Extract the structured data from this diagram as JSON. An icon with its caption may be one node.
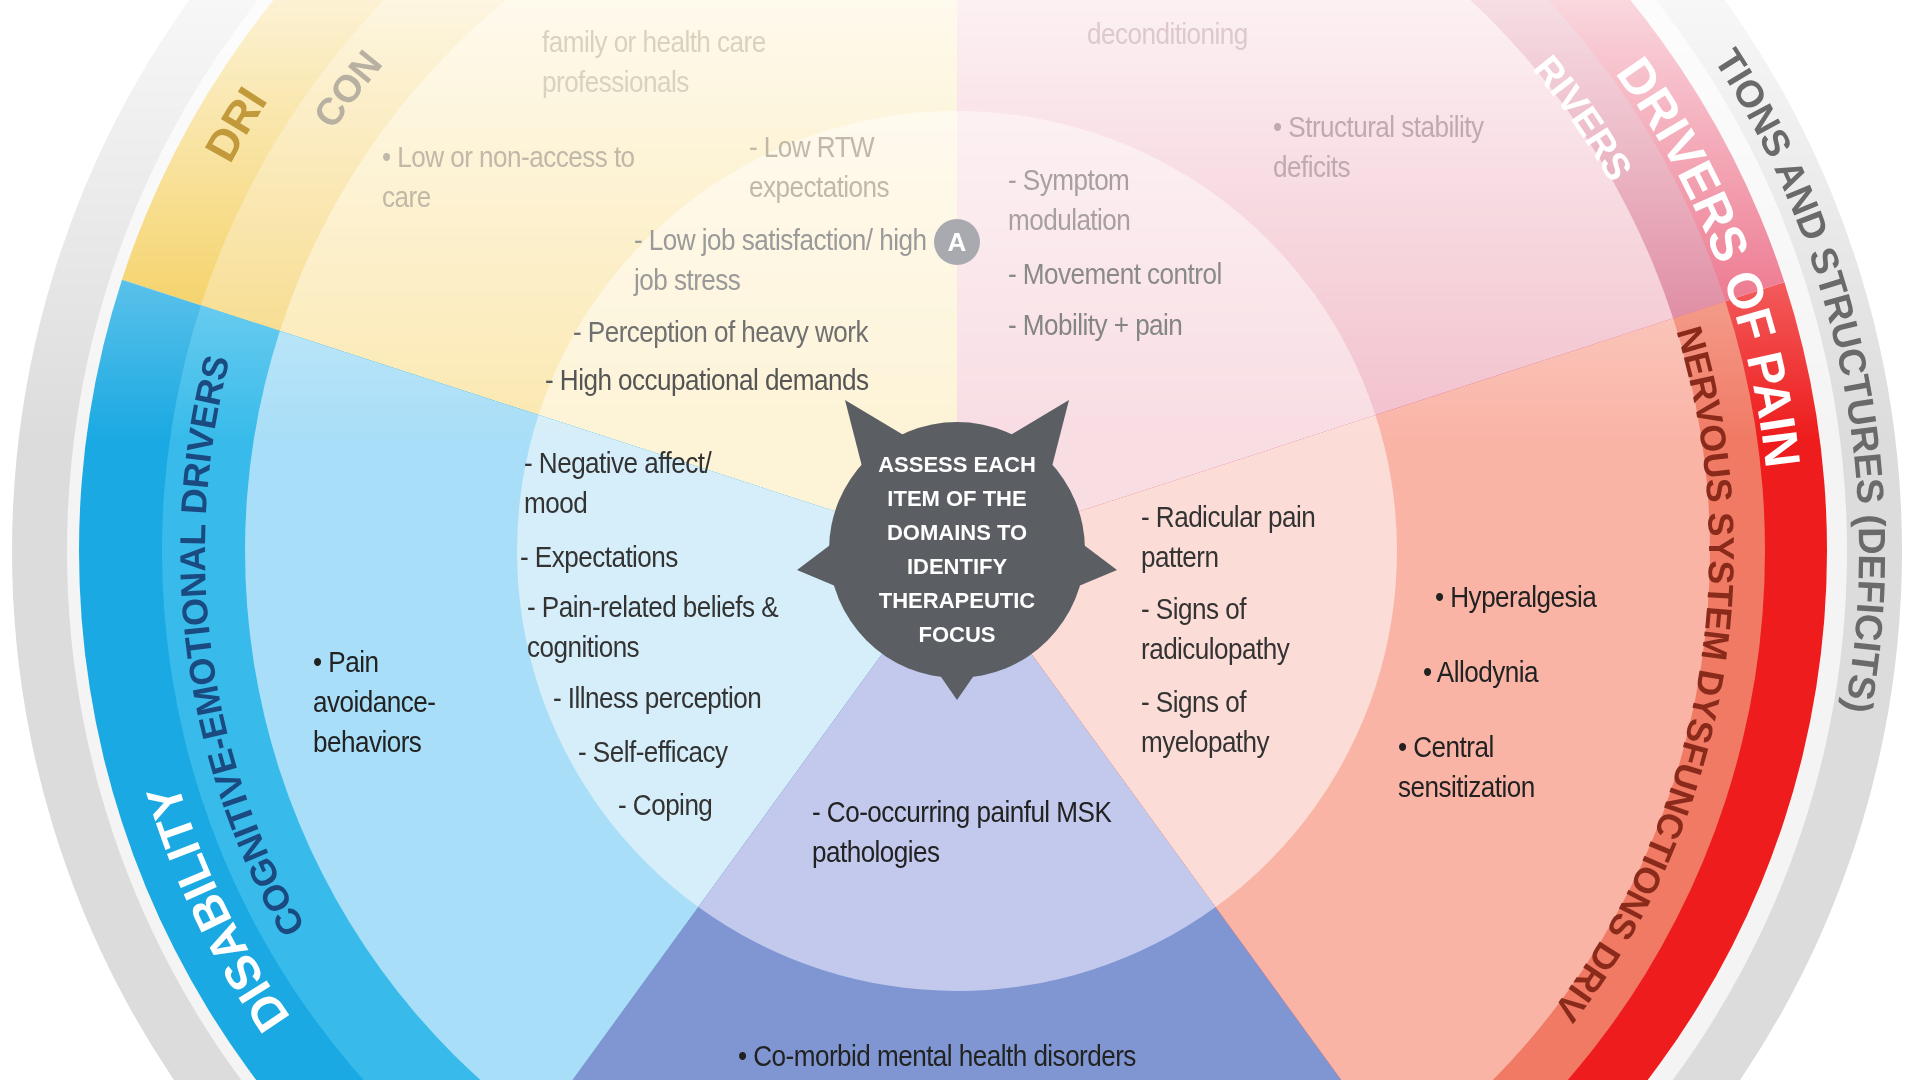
{
  "diagram": {
    "nodes": [
      {
        "text": [
          "ASSESS EACH ITEM OF THE DOMAINS TO IDENTIFY THERAPEUTIC FOCUS"
        ]
      },
      {
        "text": [
          "A"
        ]
      }
    ],
    "labels": [
      "DRI",
      "CON",
      "RIVERS",
      "DRIVERS OF PAIN",
      "TIONS AND STRUCTURES (DEFICITS)",
      "family or health care professionals",
      "deconditioning",
      "• Low or non-access to care",
      "- Low RTW expectations",
      "• Structural stability deficits",
      "- Symptom modulation",
      "- Low job satisfaction/ high job stress",
      "- Movement control",
      "- Mobility + pain",
      "- Perception of heavy work",
      "- High occupational demands",
      "NERVOUS SYSTEM DYSFUNCTIONS DRIV",
      "COGNITIVE-EMOTIONAL DRIVERS",
      "- Negative affect/ mood",
      "- Radicular pain pattern",
      "- Expectations",
      "• Hyperalgesia",
      "- Pain-related beliefs & cognitions",
      "- Signs of radiculopathy",
      "• Pain avoidance-behaviors",
      "• Allodynia",
      "- Illness perception",
      "- Signs of myelopathy",
      "• Central sensitization",
      "- Self-efficacy",
      "- Coping",
      "- Co-occurring painful MSK pathologies",
      "DISABILITY",
      "• Co-morbid mental health disorders"
    ]
  }
}
